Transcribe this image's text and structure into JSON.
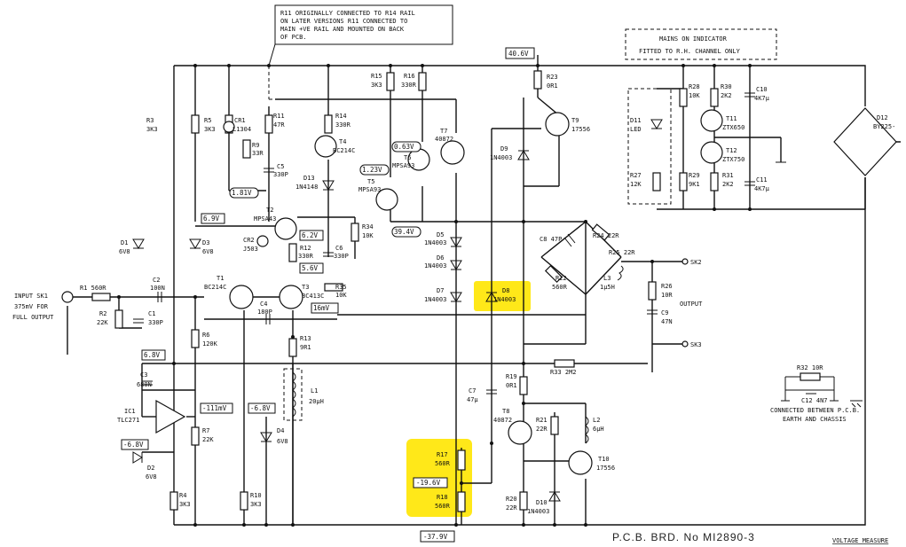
{
  "notes": {
    "r11_line1": "R11 ORIGINALLY CONNECTED TO R14 RAIL",
    "r11_line2": "ON LATER VERSIONS R11 CONNECTED TO",
    "r11_line3": "MAIN +VE RAIL AND MOUNTED ON BACK",
    "r11_line4": "OF PCB.",
    "mains_line1": "MAINS ON INDICATOR",
    "mains_line2": "FITTED TO R.H. CHANNEL ONLY",
    "earth_line1": "CONNECTED BETWEEN P.C.B.",
    "earth_line2": "EARTH AND CHASSIS",
    "input_line1": "INPUT SK1",
    "input_line2": "375mV FOR",
    "input_line3": "FULL OUTPUT",
    "output": "OUTPUT",
    "pcb": "P.C.B. BRD. No MI2890-3",
    "voltage": "VOLTAGE MEASURE"
  },
  "voltages": {
    "v_40_6": "40.6V",
    "v_0_63": "0.63V",
    "v_1_23": "1.23V",
    "v_1_81": "1.81V",
    "v_6_9": "6.9V",
    "v_6_2": "6.2V",
    "v_5_6": "5.6V",
    "v_39_4": "39.4V",
    "v_16": "16mV",
    "v_6_8a": "6.8V",
    "v_111": "-111mV",
    "v_6_8b": "-6.8V",
    "v_6_8c": "-6.8V",
    "v_19_6": "-19.6V",
    "v_37_9": "-37.9V"
  },
  "parts": {
    "R1": [
      "R1 560R"
    ],
    "R2": [
      "R2",
      "22K"
    ],
    "C1": [
      "C1",
      "330P"
    ],
    "C2": [
      "C2",
      "100N"
    ],
    "R3": [
      "R3",
      "3K3"
    ],
    "R5": [
      "R5",
      "3K3"
    ],
    "CR1": [
      "CR1",
      "L1304"
    ],
    "R9": [
      "R9",
      "33R"
    ],
    "R11": [
      "R11",
      "47R"
    ],
    "R14": [
      "R14",
      "330R"
    ],
    "T4": [
      "T4",
      "BC214C"
    ],
    "C5": [
      "C5",
      "330P"
    ],
    "D13": [
      "D13",
      "1N4148"
    ],
    "R15": [
      "R15",
      "3K3"
    ],
    "R16": [
      "R16",
      "330R"
    ],
    "T7": [
      "T7",
      "40872"
    ],
    "T6": [
      "T6",
      "MPSA93"
    ],
    "T5": [
      "T5",
      "MPSA93"
    ],
    "R23": [
      "R23",
      "0R1"
    ],
    "T9": [
      "T9",
      "17556"
    ],
    "D9": [
      "D9",
      "1N4003"
    ],
    "T2": [
      "T2",
      "MPSA43"
    ],
    "CR2": [
      "CR2",
      "J503"
    ],
    "R12": [
      "R12",
      "330R"
    ],
    "C6": [
      "C6",
      "330P"
    ],
    "R34": [
      "R34",
      "10K"
    ],
    "R35": [
      "R35",
      "10K"
    ],
    "D1": [
      "D1",
      "6V8"
    ],
    "D3": [
      "D3",
      "6V8"
    ],
    "T1": [
      "T1",
      "BC214C"
    ],
    "T3": [
      "T3",
      "BC413C"
    ],
    "C4": [
      "C4",
      "180P"
    ],
    "R6": [
      "R6",
      "120K"
    ],
    "R13": [
      "R13",
      "9R1"
    ],
    "D5": [
      "D5",
      "1N4003"
    ],
    "D6": [
      "D6",
      "1N4003"
    ],
    "D7": [
      "D7",
      "1N4003"
    ],
    "D8": [
      "D8",
      "1N4003"
    ],
    "C8": [
      "C8 47P"
    ],
    "R24": [
      "R24 22R"
    ],
    "R25": [
      "R25 22R"
    ],
    "R22": [
      "R22",
      "560R"
    ],
    "L3": [
      "L3",
      "1µ5H"
    ],
    "R26": [
      "R26",
      "10R"
    ],
    "C9": [
      "C9",
      "47N"
    ],
    "SK2": [
      "SK2"
    ],
    "SK3": [
      "SK3"
    ],
    "R33": [
      "R33 2M2"
    ],
    "R19": [
      "R19",
      "0R1"
    ],
    "C7": [
      "C7",
      "47µ"
    ],
    "C3": [
      "C3",
      "680N"
    ],
    "IC1": [
      "IC1",
      "TLC271"
    ],
    "R7": [
      "R7",
      "22K"
    ],
    "L1": [
      "L1",
      "20µH"
    ],
    "D4": [
      "D4",
      "6V8"
    ],
    "D2": [
      "D2",
      "6V8"
    ],
    "T8": [
      "T8",
      "40872"
    ],
    "R21": [
      "R21",
      "22R"
    ],
    "L2": [
      "L2",
      "6µH"
    ],
    "T10": [
      "T10",
      "17556"
    ],
    "R17": [
      "R17",
      "560R"
    ],
    "R18": [
      "R18",
      "560R"
    ],
    "R20": [
      "R20",
      "22R"
    ],
    "D10": [
      "D10",
      "1N4003"
    ],
    "R4": [
      "R4",
      "3K3"
    ],
    "R10": [
      "R10",
      "3K3"
    ],
    "R28": [
      "R28",
      "10K"
    ],
    "R30": [
      "R30",
      "2K2"
    ],
    "C10": [
      "C10",
      "4K7µ"
    ],
    "T11": [
      "T11",
      "ZTX650"
    ],
    "T12": [
      "T12",
      "ZTX750"
    ],
    "D11": [
      "D11",
      "LED"
    ],
    "R27": [
      "R27",
      "12K"
    ],
    "R29": [
      "R29",
      "9K1"
    ],
    "R31": [
      "R31",
      "2K2"
    ],
    "C11": [
      "C11",
      "4K7µ"
    ],
    "D12": [
      "D12",
      "BY225-"
    ],
    "R32": [
      "R32 10R"
    ],
    "C12": [
      "C12 4N7"
    ]
  },
  "colors": {
    "highlight": "#ffe600",
    "ink": "#111111"
  }
}
